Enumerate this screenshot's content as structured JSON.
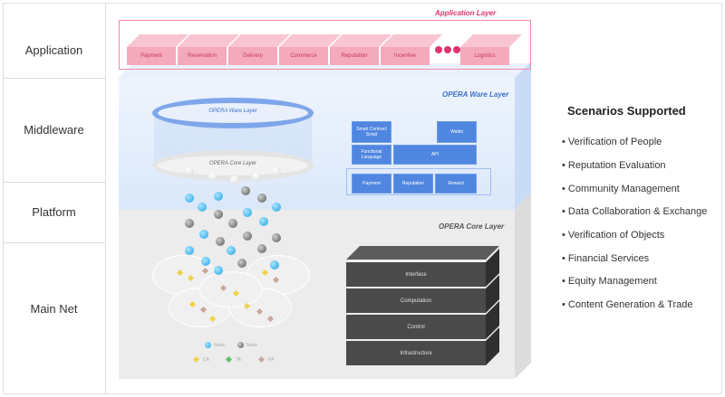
{
  "rows": [
    "Application",
    "Middleware",
    "Platform",
    "Main Net"
  ],
  "application_layer": {
    "title": "Application Layer",
    "blocks": [
      "Payment",
      "Reservation",
      "Delivery",
      "Commerce",
      "Reputation",
      "Incentive",
      "Logistics"
    ]
  },
  "ware_layer": {
    "title": "OPERA Ware Layer",
    "cylinder_top_label": "OPERA Ware Layer",
    "cylinder_bottom_label": "OPERA Core Layer",
    "boxes": {
      "smart_contract": "Smart Contract Script",
      "wallet": "Wallet",
      "functional_language": "Functional Language",
      "api": "API",
      "payment": "Payment",
      "reputation": "Reputation",
      "reward": "Reward"
    }
  },
  "core_layer": {
    "title": "OPERA Core Layer",
    "stack": [
      "Interface",
      "Computation",
      "Control",
      "Infrastructure"
    ]
  },
  "legend": {
    "node_a": "Node",
    "node_b": "Node",
    "tx_a": "CA",
    "tx_b": "TA",
    "tx_c": "PA"
  },
  "scenarios": {
    "title": "Scenarios Supported",
    "items": [
      "Verification of People",
      "Reputation Evaluation",
      "Community Management",
      "Data Collaboration & Exchange",
      "Verification of Objects",
      "Financial Services",
      "Equity Management",
      "Content Generation & Trade"
    ]
  },
  "colors": {
    "app_accent": "#e0346c",
    "ware_blue": "#4f86e0",
    "core_dark": "#4a4a4a",
    "node_blue": "#1ea3e6"
  }
}
